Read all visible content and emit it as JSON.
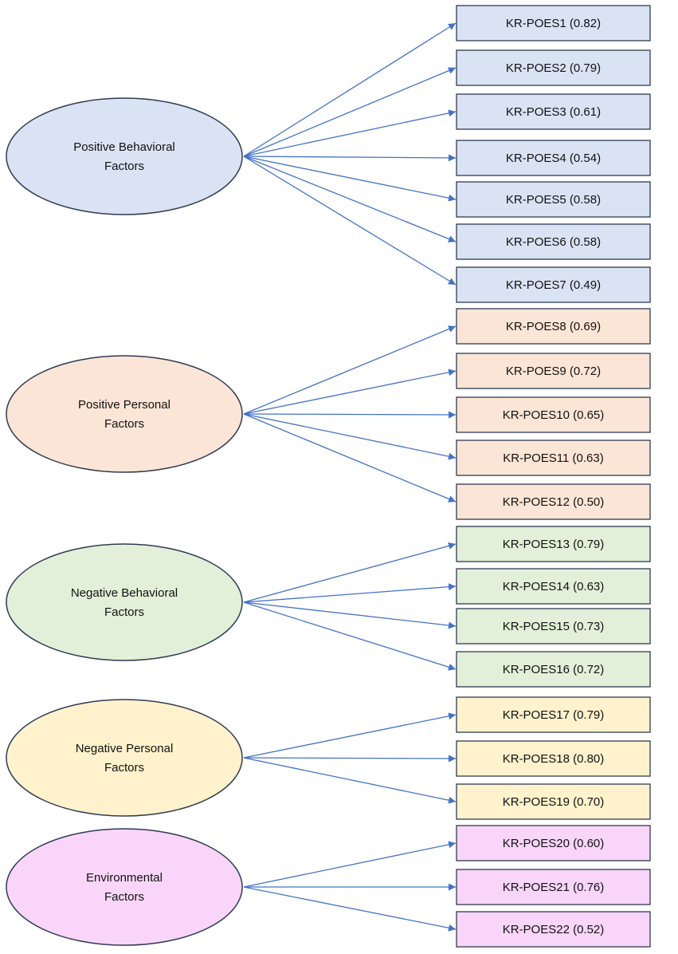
{
  "factors": [
    {
      "name": [
        "Positive Behavioral",
        "Factors"
      ],
      "fill": "#dae3f3",
      "items": [
        {
          "label": "KR-POES1 (0.82)"
        },
        {
          "label": "KR-POES2 (0.79)"
        },
        {
          "label": "KR-POES3 (0.61)"
        },
        {
          "label": "KR-POES4 (0.54)"
        },
        {
          "label": "KR-POES5 (0.58)"
        },
        {
          "label": "KR-POES6 (0.58)"
        },
        {
          "label": "KR-POES7 (0.49)"
        }
      ]
    },
    {
      "name": [
        "Positive Personal",
        "Factors"
      ],
      "fill": "#fbe5d6",
      "items": [
        {
          "label": "KR-POES8 (0.69)"
        },
        {
          "label": "KR-POES9 (0.72)"
        },
        {
          "label": "KR-POES10 (0.65)"
        },
        {
          "label": "KR-POES11 (0.63)"
        },
        {
          "label": "KR-POES12 (0.50)"
        }
      ]
    },
    {
      "name": [
        "Negative Behavioral",
        "Factors"
      ],
      "fill": "#e2f0d9",
      "items": [
        {
          "label": "KR-POES13 (0.79)"
        },
        {
          "label": "KR-POES14 (0.63)"
        },
        {
          "label": "KR-POES15 (0.73)"
        },
        {
          "label": "KR-POES16 (0.72)"
        }
      ]
    },
    {
      "name": [
        "Negative Personal",
        "Factors"
      ],
      "fill": "#fff2cc",
      "items": [
        {
          "label": "KR-POES17 (0.79)"
        },
        {
          "label": "KR-POES18 (0.80)"
        },
        {
          "label": "KR-POES19 (0.70)"
        }
      ]
    },
    {
      "name": [
        "Environmental",
        "Factors"
      ],
      "fill": "#f9d5f9",
      "items": [
        {
          "label": "KR-POES20 (0.60)"
        },
        {
          "label": "KR-POES21 (0.76)"
        },
        {
          "label": "KR-POES22 (0.52)"
        }
      ]
    }
  ],
  "arrow_color": "#4472c4",
  "outline_color": "#2f3b52"
}
